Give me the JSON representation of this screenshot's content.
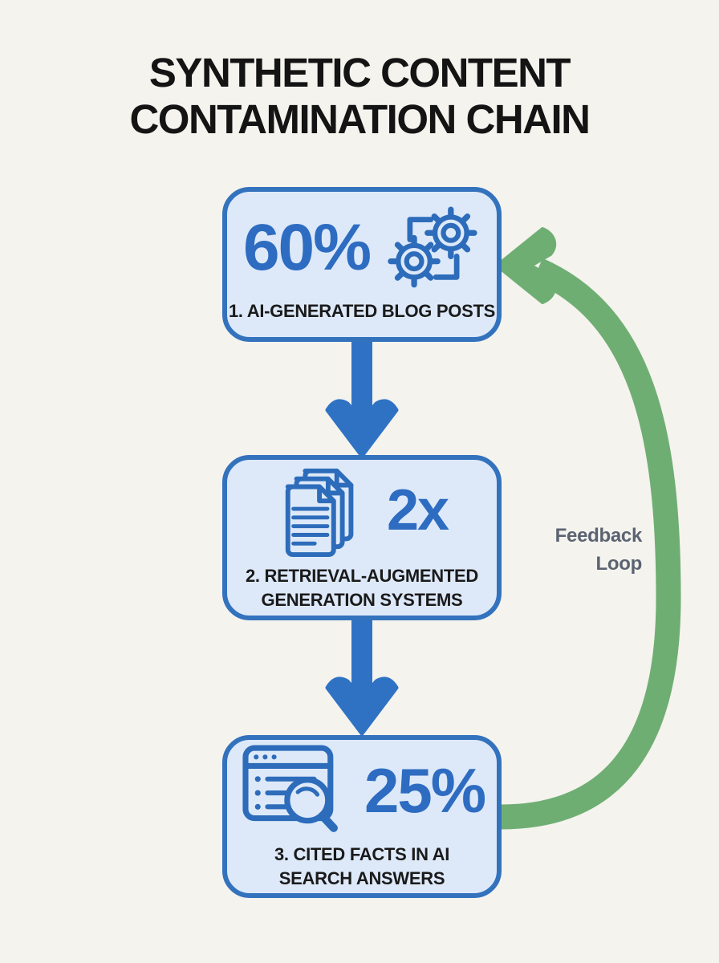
{
  "title": {
    "line1": "SYNTHETIC CONTENT",
    "line2": "CONTAMINATION CHAIN"
  },
  "stages": [
    {
      "stat": "60%",
      "label": "1. AI-GENERATED BLOG POSTS",
      "icon": "gears-icon"
    },
    {
      "stat": "2x",
      "label": "2. RETRIEVAL-AUGMENTED GENERATION SYSTEMS",
      "icon": "documents-stack-icon"
    },
    {
      "stat": "25%",
      "label": "3. CITED FACTS IN AI SEARCH ANSWERS",
      "icon": "search-results-icon"
    }
  ],
  "feedback_loop": {
    "line1": "Feedback",
    "line2": "Loop"
  },
  "colors": {
    "background": "#f4f3ee",
    "box_fill": "#dde9f9",
    "box_border": "#3372bd",
    "stat_blue": "#2d6cc1",
    "arrow_blue": "#2f72c4",
    "loop_green": "#6fae73",
    "feedback_text": "#5b6371",
    "title_text": "#141414",
    "label_text": "#1a1a1a"
  }
}
